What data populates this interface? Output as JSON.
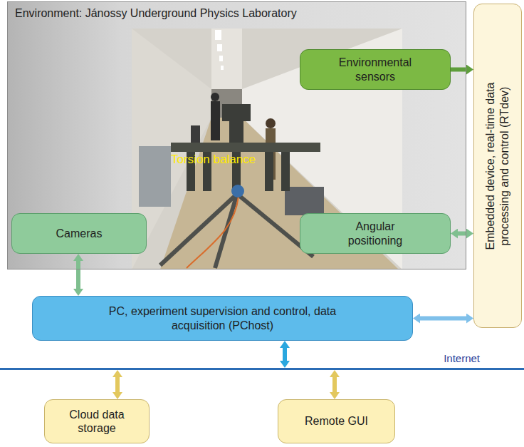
{
  "diagram": {
    "nodes": [
      {
        "text": [
          "Environment: Jánossy Underground Physics Laboratory"
        ]
      },
      {
        "text": [
          "Environmental sensors"
        ],
        "in": 0
      },
      {
        "text": [
          "Cameras"
        ],
        "in": 0
      },
      {
        "text": [
          "Angular positioning"
        ],
        "in": 0
      },
      {
        "text": [
          "Embedded device, real-time data processing and control (RTdev)"
        ]
      },
      {
        "text": [
          "PC, experiment supervision and control, data acquisition (PChost)"
        ]
      },
      {
        "text": [
          "Internet"
        ]
      },
      {
        "text": [
          "Cloud data storage"
        ]
      },
      {
        "text": [
          "Remote GUI"
        ]
      }
    ],
    "edges": [
      {
        "from": 1,
        "to": 4,
        "arrow": "to"
      },
      {
        "from": 3,
        "to": 4,
        "arrow": "both"
      },
      {
        "from": 2,
        "to": 5,
        "arrow": "both"
      },
      {
        "from": 5,
        "to": 4,
        "arrow": "both"
      },
      {
        "from": 5,
        "to": 6,
        "arrow": "both"
      },
      {
        "from": 7,
        "to": 6,
        "arrow": "both"
      },
      {
        "from": 8,
        "to": 6,
        "arrow": "both"
      }
    ],
    "labels": [
      "Torsion balance"
    ]
  }
}
